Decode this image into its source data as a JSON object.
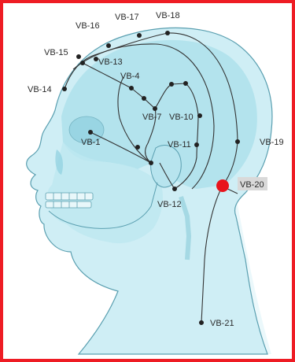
{
  "colors": {
    "frame": "#ee1c24",
    "skin": "#cfeef5",
    "skull": "#a9dfea",
    "outline": "#5a9fb0",
    "meridian": "#333333",
    "highlight_point": "#e8141c",
    "highlight_label_bg": "#d9d9d9"
  },
  "points": {
    "vb1": {
      "label": "VB-1"
    },
    "vb4": {
      "label": "VB-4"
    },
    "vb7": {
      "label": "VB-7"
    },
    "vb10": {
      "label": "VB-10"
    },
    "vb11": {
      "label": "VB-11"
    },
    "vb12": {
      "label": "VB-12"
    },
    "vb13": {
      "label": "VB-13"
    },
    "vb14": {
      "label": "VB-14"
    },
    "vb15": {
      "label": "VB-15"
    },
    "vb16": {
      "label": "VB-16"
    },
    "vb17": {
      "label": "VB-17"
    },
    "vb18": {
      "label": "VB-18"
    },
    "vb19": {
      "label": "VB-19"
    },
    "vb20": {
      "label": "VB-20",
      "highlighted": true
    },
    "vb21": {
      "label": "VB-21"
    }
  }
}
